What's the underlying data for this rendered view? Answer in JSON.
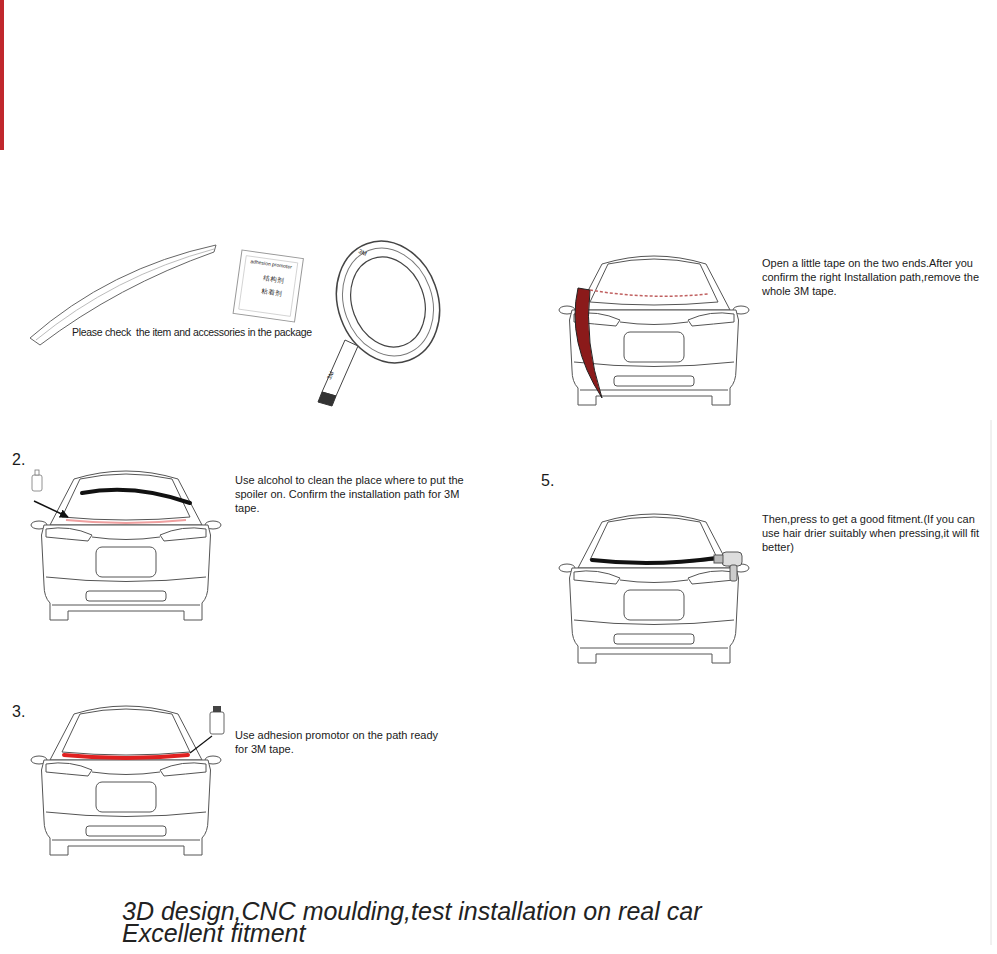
{
  "diagram": {
    "labels": [
      "Please check  the item and accessories in the package",
      "adhesion promoter",
      "结构剂",
      "粘着剂",
      "3M",
      "3M",
      "2.",
      "Use alcohol to clean the place where to put the spoiler on. Confirm the installation path for 3M tape.",
      "3.",
      "Use adhesion promotor on the path ready for 3M tape.",
      "Open a little tape on the two ends.After you confirm the right Installation path,remove the whole 3M tape.",
      "5.",
      "Then,press to get a good fitment.(If you can use hair drier suitably when pressing,it will fit better)",
      "3D design,CNC moulding,test installation on real car",
      "Excellent fitment"
    ]
  }
}
